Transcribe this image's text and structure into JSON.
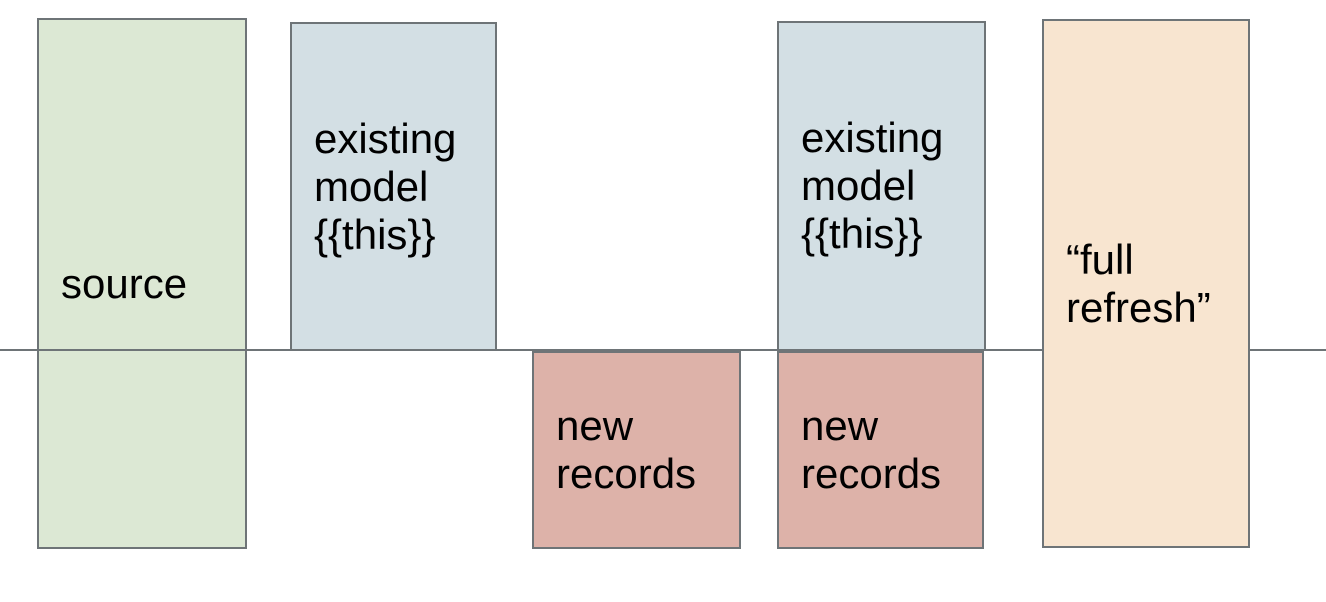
{
  "diagram": {
    "type": "dbt-incremental-model-diagram",
    "divider_line": {
      "color": "#6e7477",
      "orientation": "horizontal"
    },
    "style": {
      "border_color": "#6e7477",
      "text_color": "#000000",
      "background_color": "#ffffff"
    },
    "boxes": {
      "source": {
        "label": "source",
        "fill": "#dce8d4",
        "position": "spans the divider line"
      },
      "existing_model_left": {
        "label": "existing\nmodel\n{{this}}",
        "fill": "#d3dfe4",
        "position": "above the divider line"
      },
      "new_records_left": {
        "label": "new\nrecords",
        "fill": "#ddb2a9",
        "position": "below the divider line"
      },
      "existing_model_right": {
        "label": "existing\nmodel\n{{this}}",
        "fill": "#d3dfe4",
        "position": "above the divider line"
      },
      "new_records_right": {
        "label": "new\nrecords",
        "fill": "#ddb2a9",
        "position": "below the divider line"
      },
      "full_refresh": {
        "label": "“full\nrefresh”",
        "fill": "#f8e5d0",
        "position": "spans the divider line"
      }
    }
  }
}
